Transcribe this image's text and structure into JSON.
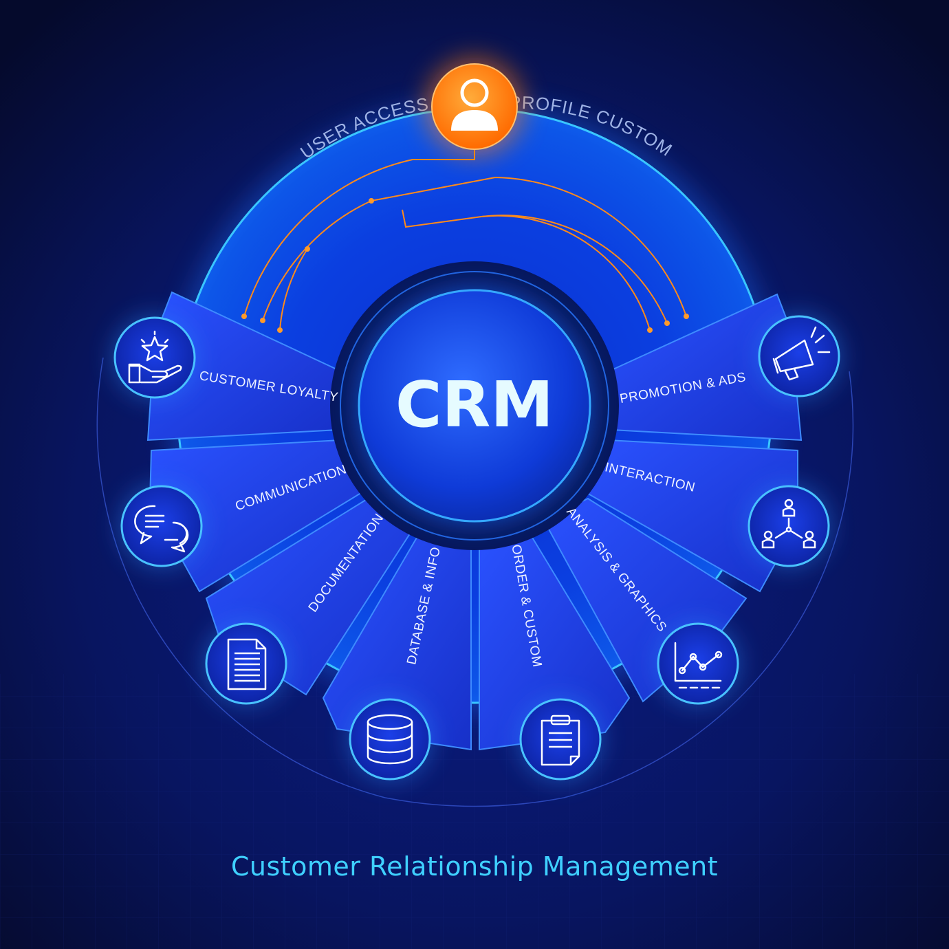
{
  "center": {
    "label": "CRM"
  },
  "top_node": {
    "icon": "user-icon",
    "color": "#ff8a1a"
  },
  "arc_labels": {
    "left": "USER ACCESS",
    "right": "PROFILE CUSTOM"
  },
  "segments": [
    {
      "id": "customer-loyalty",
      "label": "CUSTOMER LOYALTY",
      "icon": "hand-star-icon"
    },
    {
      "id": "communication",
      "label": "COMMUNICATION",
      "icon": "chat-bubbles-icon"
    },
    {
      "id": "documentation",
      "label": "DOCUMENTATION",
      "icon": "document-icon"
    },
    {
      "id": "database-info",
      "label": "DATABASE & INFO",
      "icon": "database-icon"
    },
    {
      "id": "order-custom",
      "label": "ORDER & CUSTOM",
      "icon": "clipboard-icon"
    },
    {
      "id": "analysis-graphics",
      "label": "ANALYSIS & GRAPHICS",
      "icon": "line-chart-icon"
    },
    {
      "id": "interaction",
      "label": "INTERACTION",
      "icon": "network-icon"
    },
    {
      "id": "promotion-ads",
      "label": "PROMOTION & ADS",
      "icon": "megaphone-icon"
    }
  ],
  "caption": "Customer Relationship Management",
  "colors": {
    "background": "#070d35",
    "segment": "#1a3de0",
    "glow": "#2fa8ff",
    "accent_orange": "#ff8a1a",
    "caption": "#3fd0ff"
  }
}
